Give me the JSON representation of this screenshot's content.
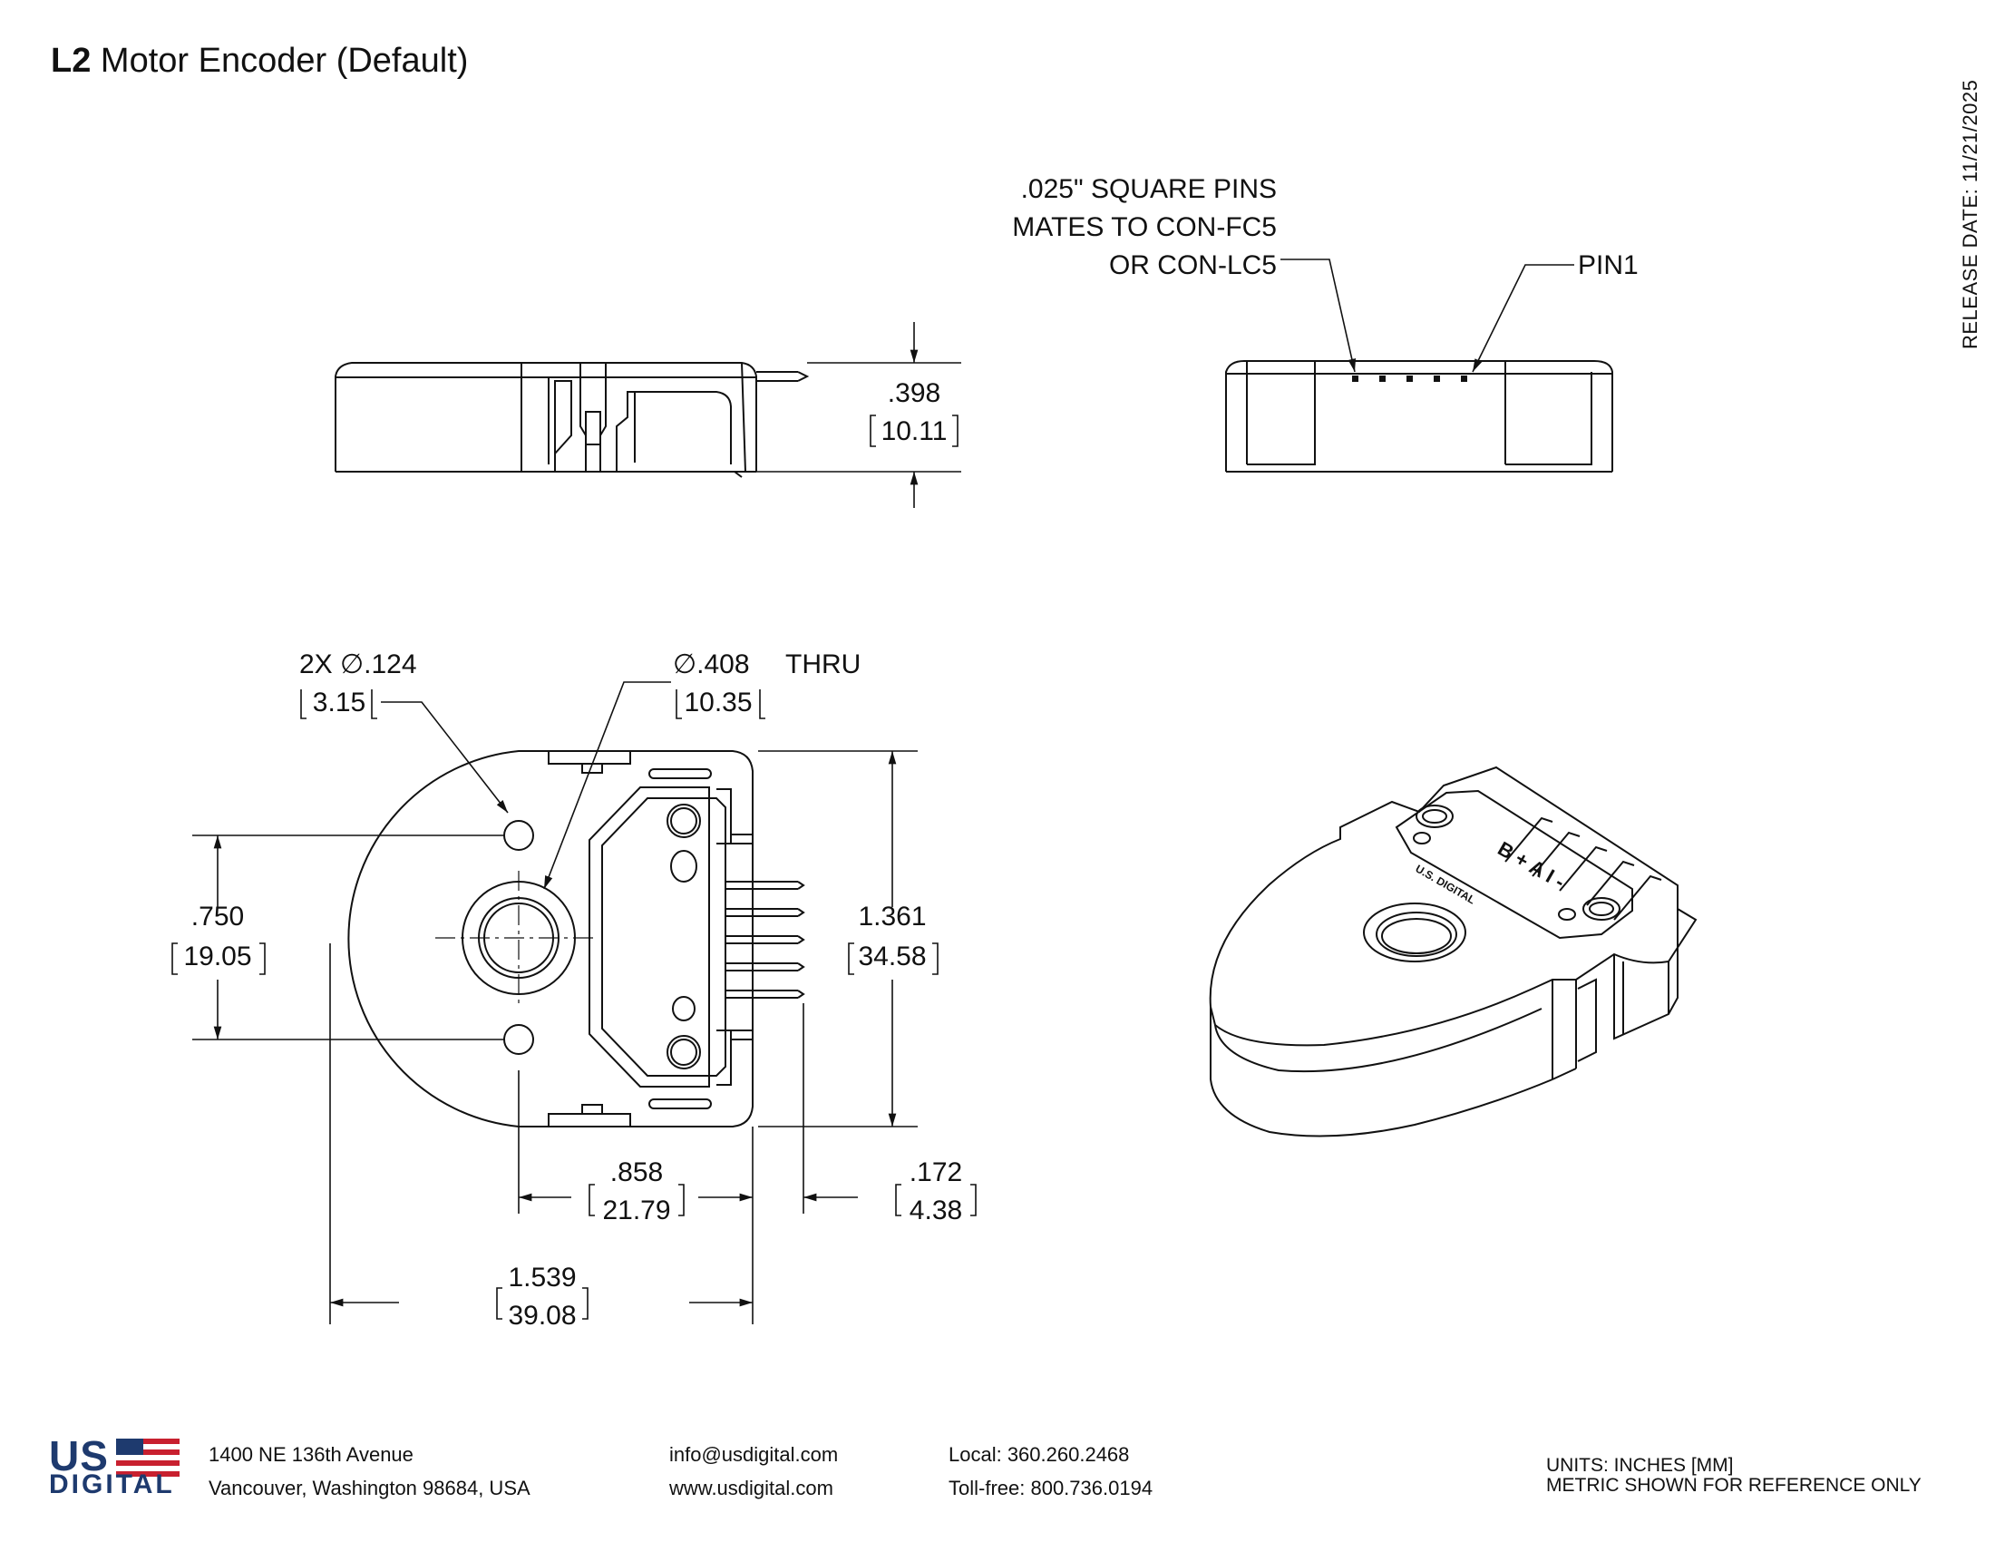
{
  "header": {
    "title_bold": "L2",
    "title_rest": " Motor Encoder (Default)",
    "release_date": "RELEASE DATE: 11/21/2025"
  },
  "side_view": {
    "height_in": ".398",
    "height_mm": "10.11"
  },
  "connector_note": {
    "line1": ".025\" SQUARE PINS",
    "line2": "MATES TO CON-FC5",
    "line3": "OR CON-LC5",
    "pin1": "PIN1"
  },
  "top_view": {
    "holes_in": "2X ∅.124",
    "holes_mm": "3.15",
    "bore_in": "∅.408",
    "bore_thru": "THRU",
    "bore_mm": "10.35",
    "spacing_in": ".750",
    "spacing_mm": "19.05",
    "height_in": "1.361",
    "height_mm": "34.58",
    "center_to_edge_in": ".858",
    "center_to_edge_mm": "21.79",
    "pin_length_in": ".172",
    "pin_length_mm": "4.38",
    "overall_width_in": "1.539",
    "overall_width_mm": "39.08"
  },
  "iso_view": {
    "pin_labels": "B + A I -",
    "brand_marking": "U.S. DIGITAL"
  },
  "footer": {
    "logo_top": "US",
    "logo_bottom": "DIGITAL",
    "address_line1": "1400 NE 136th Avenue",
    "address_line2": "Vancouver, Washington 98684, USA",
    "email": "info@usdigital.com",
    "website": "www.usdigital.com",
    "phone_local": "Local: 360.260.2468",
    "phone_tollfree": "Toll-free: 800.736.0194",
    "units_line1": "UNITS: INCHES [MM]",
    "units_line2": "METRIC SHOWN FOR REFERENCE ONLY"
  },
  "colors": {
    "line": "#111111",
    "logo_blue": "#1e3a6e",
    "logo_red": "#c8202f"
  }
}
